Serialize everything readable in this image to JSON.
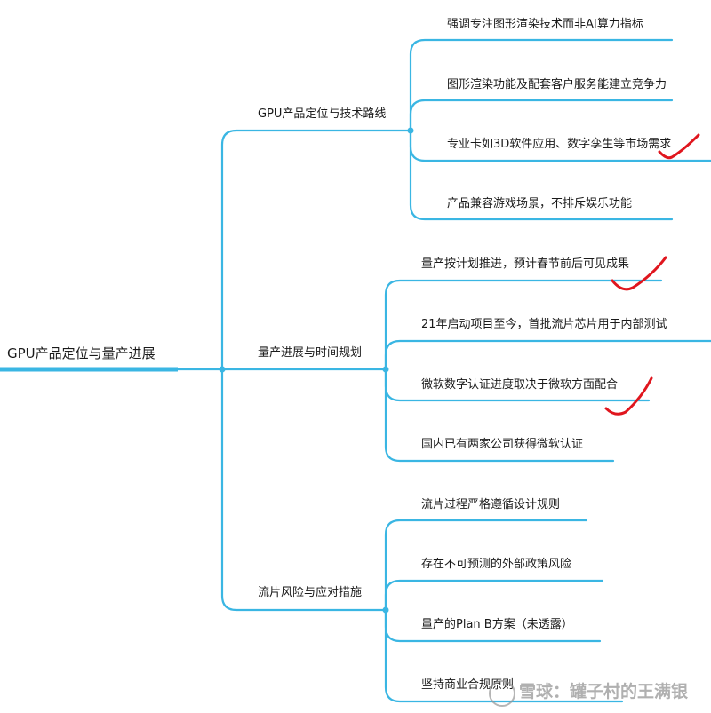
{
  "mindmap": {
    "root": {
      "label": "GPU产品定位与量产进展"
    },
    "branches": [
      {
        "label": "GPU产品定位与技术路线",
        "children": [
          {
            "label": "强调专注图形渲染技术而非AI算力指标",
            "checked": false
          },
          {
            "label": "图形渲染功能及配套客户服务能建立竞争力",
            "checked": false
          },
          {
            "label": "专业卡如3D软件应用、数字孪生等市场需求",
            "checked": true
          },
          {
            "label": "产品兼容游戏场景，不排斥娱乐功能",
            "checked": false
          }
        ]
      },
      {
        "label": "量产进展与时间规划",
        "children": [
          {
            "label": "量产按计划推进，预计春节前后可见成果",
            "checked": true
          },
          {
            "label": "21年启动项目至今，首批流片芯片用于内部测试",
            "checked": false
          },
          {
            "label": "微软数字认证进度取决于微软方面配合",
            "checked": true
          },
          {
            "label": "国内已有两家公司获得微软认证",
            "checked": false
          }
        ]
      },
      {
        "label": "流片风险与应对措施",
        "children": [
          {
            "label": "流片过程严格遵循设计规则",
            "checked": false
          },
          {
            "label": "存在不可预测的外部政策风险",
            "checked": false
          },
          {
            "label": "量产的Plan B方案（未透露）",
            "checked": false
          },
          {
            "label": "坚持商业合规原则",
            "checked": false
          }
        ]
      }
    ]
  },
  "watermark": {
    "text": "雪球：罐子村的王满银"
  },
  "colors": {
    "line": "#3ab6e3",
    "check": "#e0161e",
    "text": "#1a1a1a"
  }
}
